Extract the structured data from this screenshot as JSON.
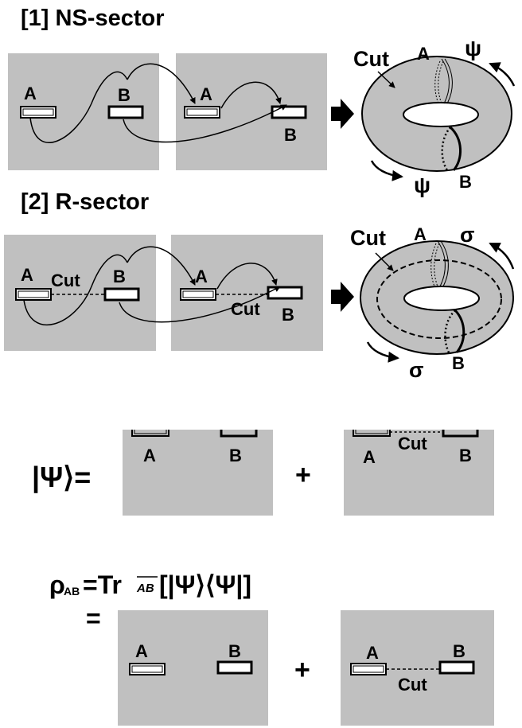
{
  "sections": {
    "ns": {
      "heading": "[1] NS-sector",
      "panel1": {
        "a": "A",
        "b": "B"
      },
      "panel2": {
        "a": "A",
        "b": "B"
      },
      "torus": {
        "cut": "Cut",
        "a": "A",
        "b": "B",
        "psi_top": "ψ",
        "psi_bottom": "ψ"
      }
    },
    "r": {
      "heading": "[2] R-sector",
      "panel1": {
        "a": "A",
        "b": "B",
        "cut": "Cut"
      },
      "panel2": {
        "a": "A",
        "b": "B",
        "cut": "Cut"
      },
      "torus": {
        "cut": "Cut",
        "a": "A",
        "b": "B",
        "sigma_top": "σ",
        "sigma_bottom": "σ"
      }
    }
  },
  "state_equation": {
    "lhs": "|Ψ⟩=",
    "plus": "+",
    "term1": {
      "a": "A",
      "b": "B"
    },
    "term2": {
      "a": "A",
      "b": "B",
      "cut": "Cut"
    }
  },
  "density_equation": {
    "rho": "ρ",
    "rho_subscript": "AB",
    "tr": "=Tr",
    "trace_subscript": "AB",
    "bracket": "[|Ψ⟩⟨Ψ|]",
    "equals": "=",
    "plus": "+",
    "term1": {
      "a": "A",
      "b": "B"
    },
    "term2": {
      "a": "A",
      "b": "B",
      "cut": "Cut"
    }
  },
  "colors": {
    "panel": "#c0c0c0",
    "ink": "#000000",
    "hole": "#ffffff"
  }
}
